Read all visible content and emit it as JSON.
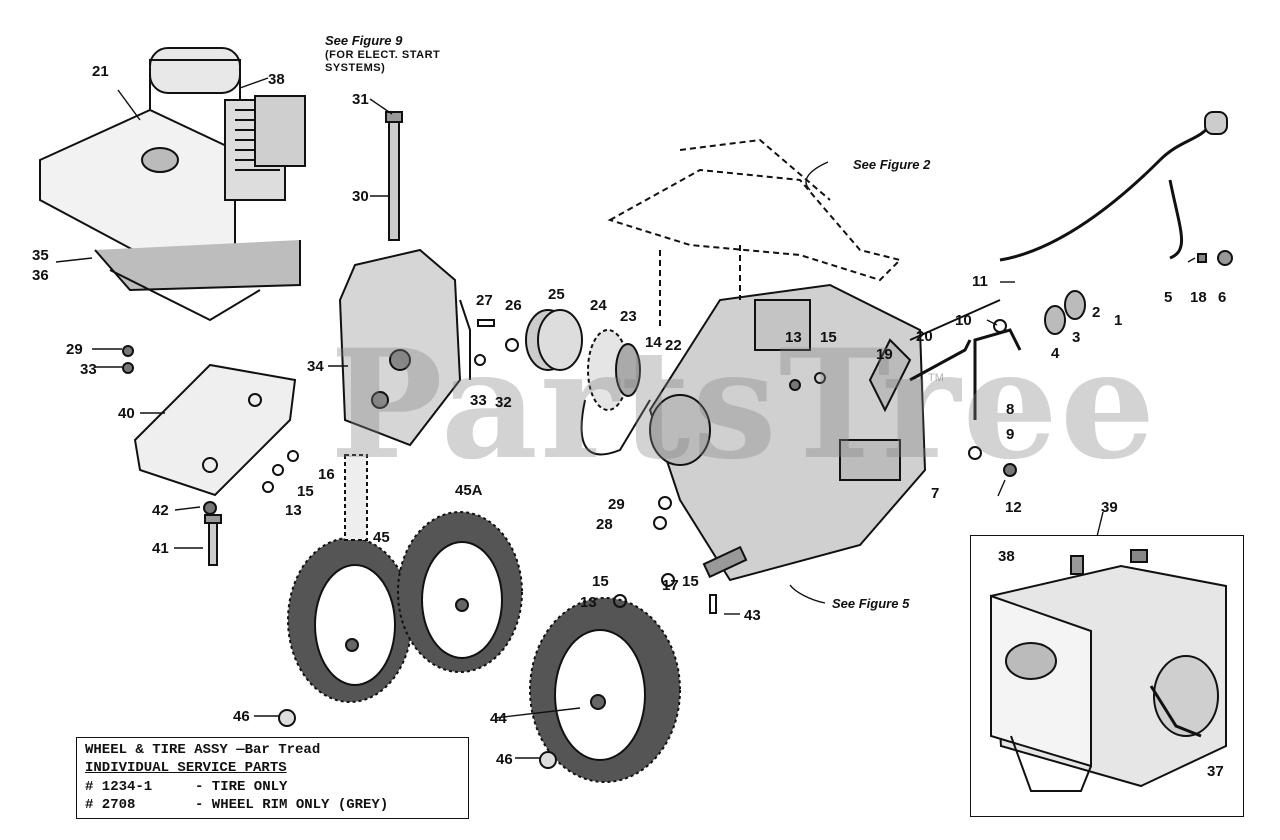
{
  "watermark": "PartsTree",
  "trademark": "TM",
  "callouts": {
    "figure9": "See Figure 9",
    "figure9_sub1": "(FOR ELECT. START",
    "figure9_sub2": "SYSTEMS)",
    "figure2": "See Figure 2",
    "figure5": "See Figure 5"
  },
  "part_labels": [
    "21",
    "38",
    "31",
    "30",
    "35",
    "36",
    "29",
    "33",
    "40",
    "42",
    "41",
    "34",
    "27",
    "26",
    "25",
    "24",
    "23",
    "14",
    "22",
    "33",
    "32",
    "16",
    "15",
    "13",
    "45A",
    "45",
    "46",
    "44",
    "46",
    "29",
    "28",
    "15",
    "17",
    "15",
    "13",
    "43",
    "13",
    "15",
    "19",
    "20",
    "11",
    "10",
    "5",
    "18",
    "6",
    "2",
    "1",
    "4",
    "3",
    "8",
    "9",
    "7",
    "12",
    "39",
    "38",
    "37"
  ],
  "parts_box": {
    "title": "WHEEL & TIRE ASSY —Bar Tread",
    "subtitle": "INDIVIDUAL SERVICE PARTS",
    "rows": [
      {
        "num": "# 1234-1",
        "desc": "- TIRE ONLY"
      },
      {
        "num": "#  2708",
        "desc": "- WHEEL RIM ONLY (GREY)"
      }
    ]
  },
  "colors": {
    "ink": "#111111",
    "watermark": "#8a8a8a",
    "paper": "#ffffff"
  }
}
